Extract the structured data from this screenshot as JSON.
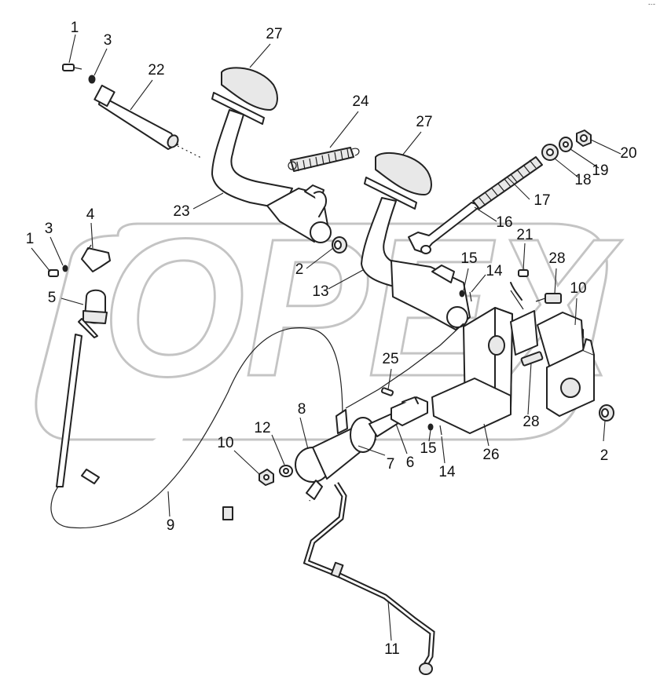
{
  "watermark": {
    "text": "OPEX",
    "color": "#c4c4c4"
  },
  "corner_mark": "-·-",
  "callouts": [
    "1",
    "3",
    "22",
    "27",
    "24",
    "27",
    "20",
    "19",
    "18",
    "17",
    "16",
    "23",
    "2",
    "21",
    "28",
    "15",
    "14",
    "13",
    "10",
    "4",
    "3",
    "1",
    "5",
    "25",
    "8",
    "12",
    "10",
    "7",
    "6",
    "15",
    "14",
    "26",
    "28",
    "2",
    "9",
    "11"
  ],
  "colors": {
    "line": "#222222",
    "background": "#ffffff",
    "part_shade": "#e8e8e8"
  }
}
